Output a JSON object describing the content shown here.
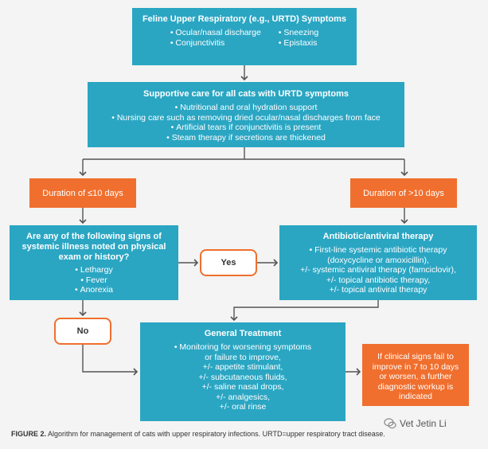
{
  "symptoms": {
    "title": "Feline Upper Respiratory (e.g., URTD) Symptoms",
    "left_items": [
      "Ocular/nasal discharge",
      "Conjunctivitis"
    ],
    "right_items": [
      "Sneezing",
      "Epistaxis"
    ]
  },
  "supportive": {
    "title": "Supportive care for all cats with URTD symptoms",
    "items": [
      "Nutritional and oral hydration support",
      "Nursing care such as removing dried ocular/nasal discharges from face",
      "Artificial tears if conjunctivitis is present",
      "Steam therapy if secretions are thickened"
    ]
  },
  "duration_short": "Duration of ≤10 days",
  "duration_long": "Duration of >10 days",
  "question": {
    "title": "Are any of the following signs of systemic illness noted on physical exam or history?",
    "items": [
      "Lethargy",
      "Fever",
      "Anorexia"
    ]
  },
  "yes_label": "Yes",
  "no_label": "No",
  "antibiotic": {
    "title": "Antibiotic/antiviral therapy",
    "lines": [
      "• First-line systemic antibiotic therapy",
      "(doxycycline or amoxicillin),",
      "+/- systemic antiviral therapy (famciclovir),",
      "+/- topical antibiotic therapy,",
      "+/- topical antiviral therapy"
    ]
  },
  "general": {
    "title": "General Treatment",
    "lines": [
      "• Monitoring for worsening symptoms",
      "or failure to improve,",
      "+/- appetite stimulant,",
      "+/- subcutaneous fluids,",
      "+/- saline nasal drops,",
      "+/- analgesics,",
      "+/- oral rinse"
    ]
  },
  "fail_text": "If clinical signs fail to improve in 7 to 10 days or worsen, a further diagnostic workup is indicated",
  "caption": {
    "label": "FIGURE 2.",
    "text": " Algorithm for management of cats with upper respiratory infections. URTD=upper respiratory tract disease."
  },
  "watermark": "Vet Jetin Li",
  "colors": {
    "teal": "#2aa6c3",
    "orange": "#f06f2e",
    "arrow": "#555555"
  }
}
